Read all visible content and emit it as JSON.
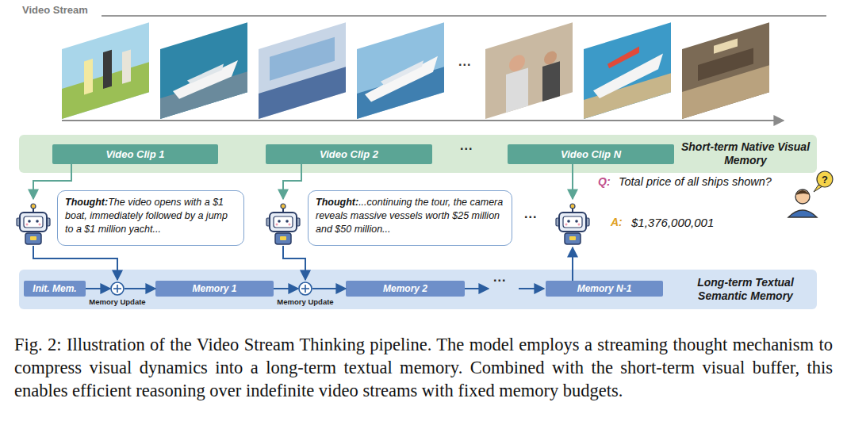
{
  "diagram": {
    "caption": "Fig. 2: Illustration of the Video Stream Thinking pipeline. The model employs a streaming thought mechanism to compress visual dynamics into a long-term textual memory. Combined with the short-term visual buffer, this enables efficient reasoning over indefinite video streams with fixed memory budgets.",
    "nodes": [
      {
        "text": [
          "Short-term Native Visual Memory"
        ]
      },
      {
        "text": [
          "Video Clip 1"
        ],
        "in": 0
      },
      {
        "text": [
          "Video Clip 2"
        ],
        "in": 0
      },
      {
        "text": [
          "Video Clip N"
        ],
        "in": 0
      },
      {
        "text": [
          "Thought:",
          "The video opens with a $1 boat, immediately followed by a jump to a $1 million yacht..."
        ]
      },
      {
        "text": [
          "Thought:",
          "...continuing the tour, the camera reveals massive vessels worth $25 million and $50 million..."
        ]
      },
      {
        "text": [
          "Long-term Textual Semantic Memory"
        ]
      },
      {
        "text": [
          "Init. Mem."
        ],
        "in": 6
      },
      {
        "text": [
          "Memory Update"
        ],
        "in": 6
      },
      {
        "text": [
          "Memory 1"
        ],
        "in": 6
      },
      {
        "text": [
          "Memory Update"
        ],
        "in": 6
      },
      {
        "text": [
          "Memory 2"
        ],
        "in": 6
      },
      {
        "text": [
          "Memory N-1"
        ],
        "in": 6
      }
    ],
    "edges": [
      {
        "from": 7,
        "to": 8,
        "arrow": "to"
      },
      {
        "from": 8,
        "to": 9,
        "arrow": "to"
      },
      {
        "from": 9,
        "to": 10,
        "arrow": "to"
      },
      {
        "from": 10,
        "to": 11,
        "arrow": "to"
      }
    ],
    "labels": [
      "Video Stream",
      "...",
      "...",
      "...",
      "Q:",
      "Total price of all ships shown?",
      "?",
      "A:",
      "$1,376,000,001",
      "..."
    ]
  }
}
